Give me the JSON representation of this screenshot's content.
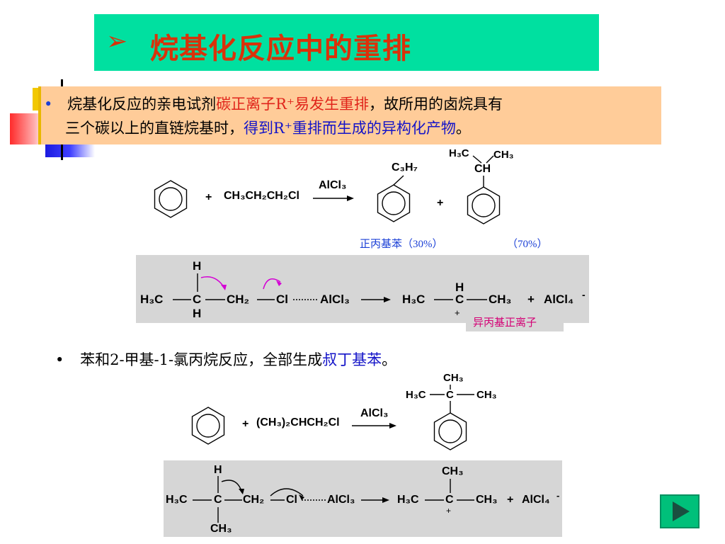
{
  "title": {
    "arrow": "➢",
    "text": "烷基化反应中的重排"
  },
  "bullet1": {
    "bullet": "•",
    "part1": "烷基化反应的亲电试剂",
    "part2_red": "碳正离子R⁺易发生重排",
    "part3": "，故所用的卤烷具有",
    "line2_part1": "三个碳以上的直链烷基时，",
    "line2_blue": "得到R⁺重排而生成的异构化产物",
    "line2_end": "。"
  },
  "reaction1": {
    "plus1": "+",
    "reagent": "CH₃CH₂CH₂Cl",
    "catalyst": "AlCl₃",
    "product1_sub": "C₃H₇",
    "plus2": "+",
    "product2_h3c": "H₃C",
    "product2_ch3": "CH₃",
    "product2_ch": "CH",
    "label1": "正丙基苯（30%）",
    "label2": "（70%）"
  },
  "mechanism1": {
    "h_top": "H",
    "h3c": "H₃C",
    "c": "C",
    "h_bottom": "H",
    "ch2": "CH₂",
    "cl": "Cl",
    "dots": "·····",
    "alcl3": "AlCl₃",
    "p_h3c": "H₃C",
    "p_h": "H",
    "p_c": "C",
    "p_ch3": "CH₃",
    "plus": "+",
    "alcl4": "AlCl₄",
    "minus": "-",
    "charge": "+",
    "ion_label": "异丙基正离子"
  },
  "bullet2": {
    "bullet": "•",
    "part1": "苯和2-甲基-1-氯丙烷反应，全部生成",
    "part2_blue": "叔丁基苯",
    "end": "。"
  },
  "reaction2": {
    "plus": "+",
    "reagent": "(CH₃)₂CHCH₂Cl",
    "catalyst": "AlCl₃",
    "p_ch3_top": "CH₃",
    "p_h3c": "H₃C",
    "p_c": "C",
    "p_ch3_right": "CH₃"
  },
  "mechanism2": {
    "h_top": "H",
    "h3c": "H₃C",
    "c": "C",
    "ch3_bottom": "CH₃",
    "ch2": "CH₂",
    "cl": "Cl",
    "dots": "·····",
    "alcl3": "AlCl₃",
    "p_ch3_top": "CH₃",
    "p_h3c": "H₃C",
    "p_c": "C",
    "p_ch3": "CH₃",
    "plus": "+",
    "alcl4": "AlCl₄",
    "minus": "-",
    "charge": "+"
  },
  "nav": {
    "icon": "play-right-icon"
  },
  "colors": {
    "title_bg": "#00e0a0",
    "title_text": "#d9320a",
    "box_bg": "#ffcc99",
    "red_text": "#e0241a",
    "blue_text": "#1414c8",
    "panel_bg": "#d6d6d6",
    "magenta": "#d40075",
    "nav_green": "#00c07a"
  }
}
